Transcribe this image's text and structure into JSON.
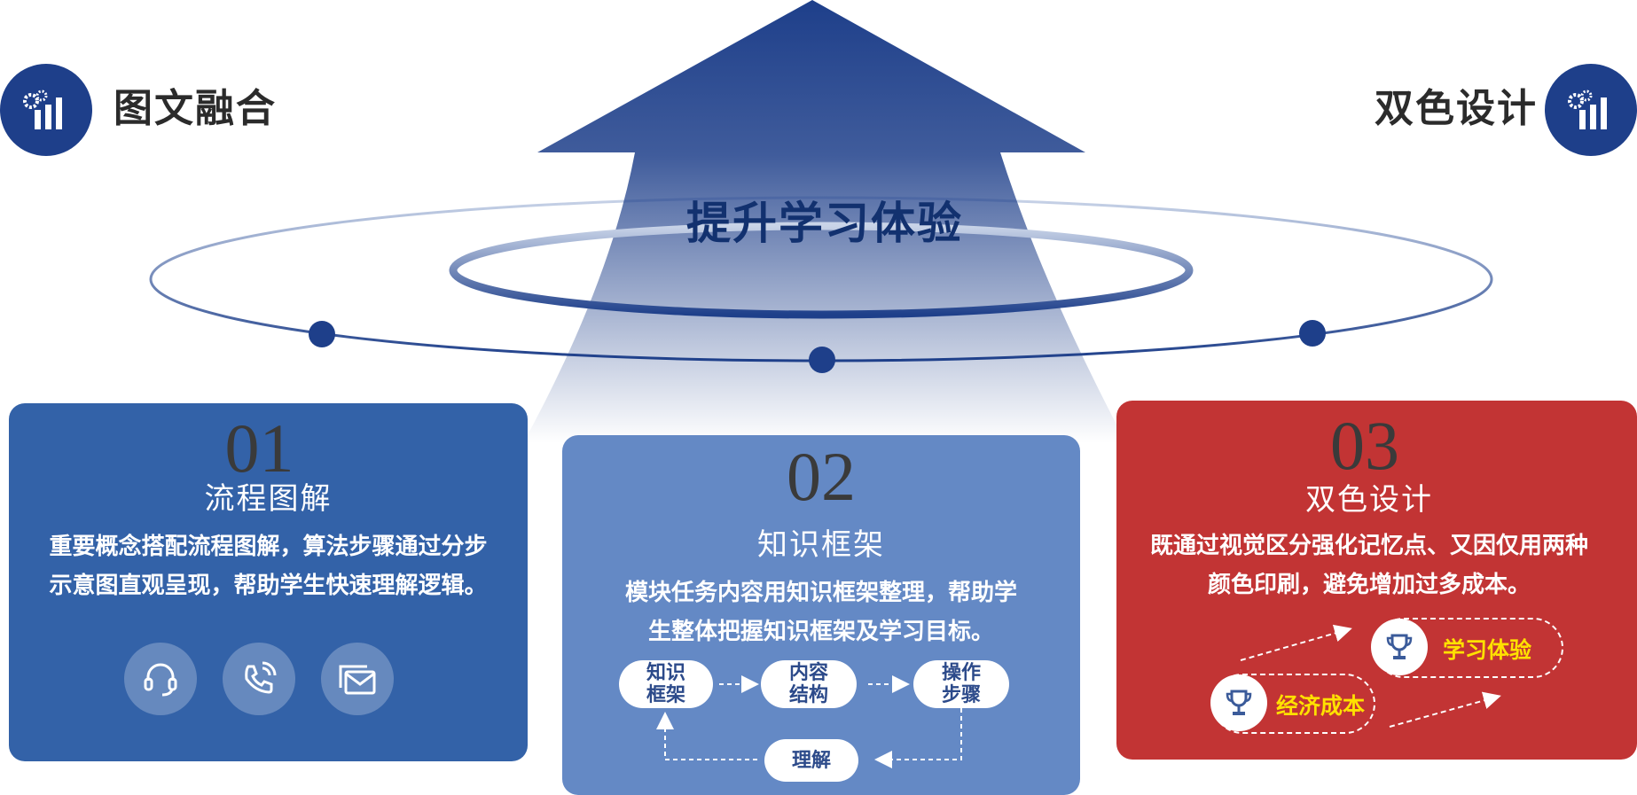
{
  "corners": {
    "left_label": "图文融合",
    "right_label": "双色设计",
    "left_icon": "gears-bar-chart-icon",
    "right_icon": "gears-bar-chart-icon"
  },
  "center_title": "提升学习体验",
  "cards": [
    {
      "number": "01",
      "title": "流程图解",
      "desc_line1": "重要概念搭配流程图解，算法步骤通过分步",
      "desc_line2": "示意图直观呈现，帮助学生快速理解逻辑。",
      "icons": [
        "headset-icon",
        "phone-call-icon",
        "mail-icon"
      ]
    },
    {
      "number": "02",
      "title": "知识框架",
      "desc_line1": "模块任务内容用知识框架整理，帮助学",
      "desc_line2": "生整体把握知识框架及学习目标。",
      "flow": {
        "step1_line1": "知识",
        "step1_line2": "框架",
        "step2_line1": "内容",
        "step2_line2": "结构",
        "step3_line1": "操作",
        "step3_line2": "步骤",
        "step4": "理解"
      }
    },
    {
      "number": "03",
      "title": "双色设计",
      "desc_line1": "既通过视觉区分强化记忆点、又因仅用两种",
      "desc_line2": "颜色印刷，避免增加过多成本。",
      "badges": [
        "学习体验",
        "经济成本"
      ]
    }
  ],
  "colors": {
    "navy": "#1e3f8a",
    "card1": "#3362a8",
    "card2": "#6489c5",
    "card3": "#c23434",
    "highlight": "#ffe100"
  }
}
